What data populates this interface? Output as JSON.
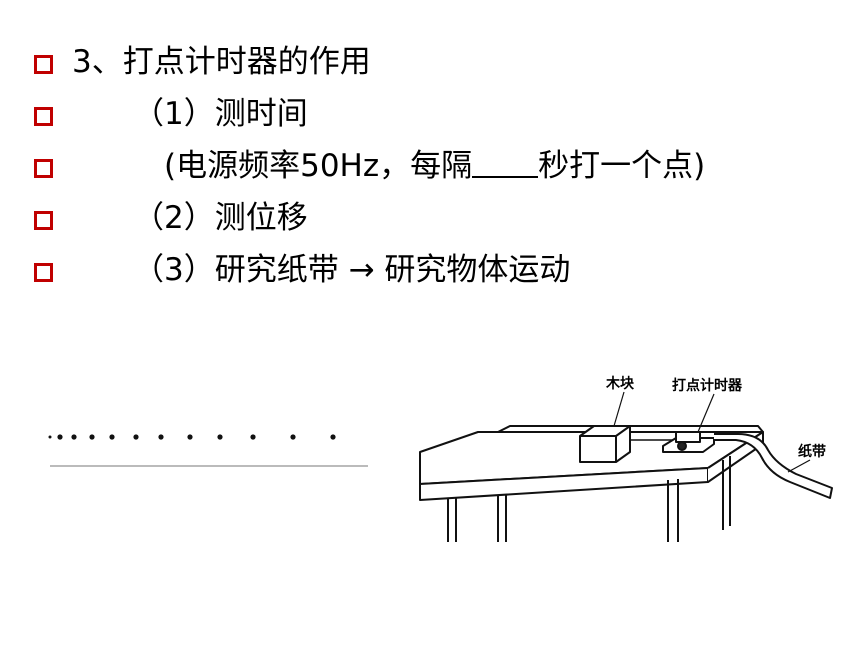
{
  "bullets": [
    {
      "text": "3、打点计时器的作用"
    },
    {
      "text": "（1）测时间"
    },
    {
      "pre": "(电源频率50Hz，每隔",
      "post": "秒打一个点)"
    },
    {
      "text": "（2）测位移"
    },
    {
      "text": "（3）研究纸带 → 研究物体运动"
    }
  ],
  "figure": {
    "label_block": "木块",
    "label_timer": "打点计时器",
    "label_tape": "纸带"
  },
  "colors": {
    "bullet": "#c00000"
  }
}
